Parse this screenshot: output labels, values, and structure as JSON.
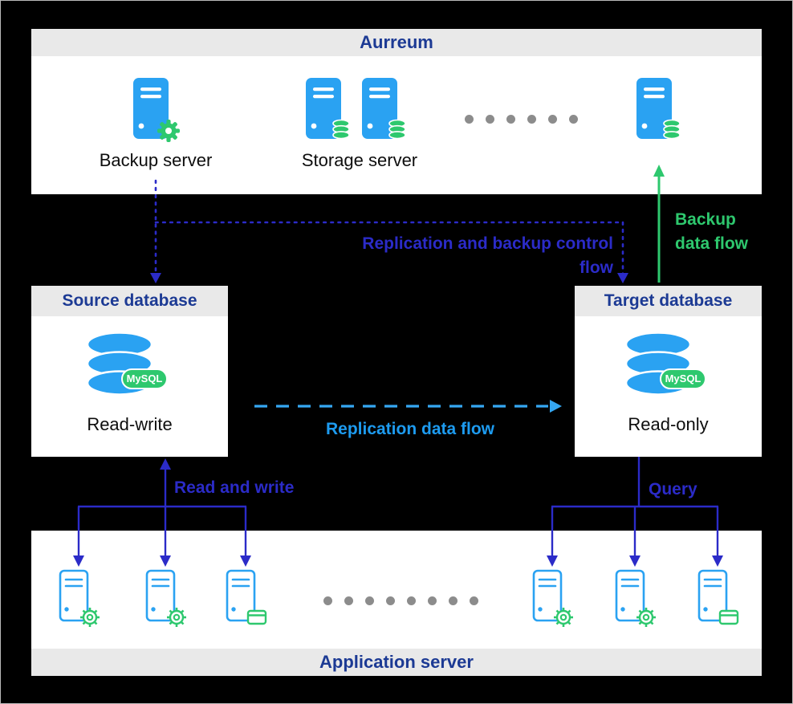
{
  "colors": {
    "navy": "#1c3a94",
    "flow_blue": "#2b2bc8",
    "green": "#2ec86e",
    "light_blue": "#1d9bf0",
    "icon_blue": "#2aa2f2",
    "dot_gray": "#8c8c8c",
    "header_bg": "#e9e9e9"
  },
  "aurreum": {
    "title": "Aurreum",
    "backup_server_label": "Backup server",
    "storage_server_label": "Storage server"
  },
  "source_db": {
    "title": "Source database",
    "mode_label": "Read-write",
    "engine_badge": "MySQL"
  },
  "target_db": {
    "title": "Target database",
    "mode_label": "Read-only",
    "engine_badge": "MySQL"
  },
  "app_server": {
    "title": "Application server"
  },
  "flows": {
    "replication_backup_control": "Replication and backup control\nflow",
    "backup_data": "Backup\ndata flow",
    "replication_data": "Replication data flow",
    "read_write": "Read and write",
    "query": "Query"
  },
  "icons": {
    "backup_server": "server-tower-with-gear",
    "storage_server": "server-tower-with-disk-stack",
    "backup_target_server": "server-tower-with-disk-stack",
    "database": "stacked-disks-with-mysql-badge",
    "app_server_gear": "outline-server-tower-with-gear",
    "app_server_card": "outline-server-tower-with-card",
    "ellipsis": "gray-dot-row"
  }
}
